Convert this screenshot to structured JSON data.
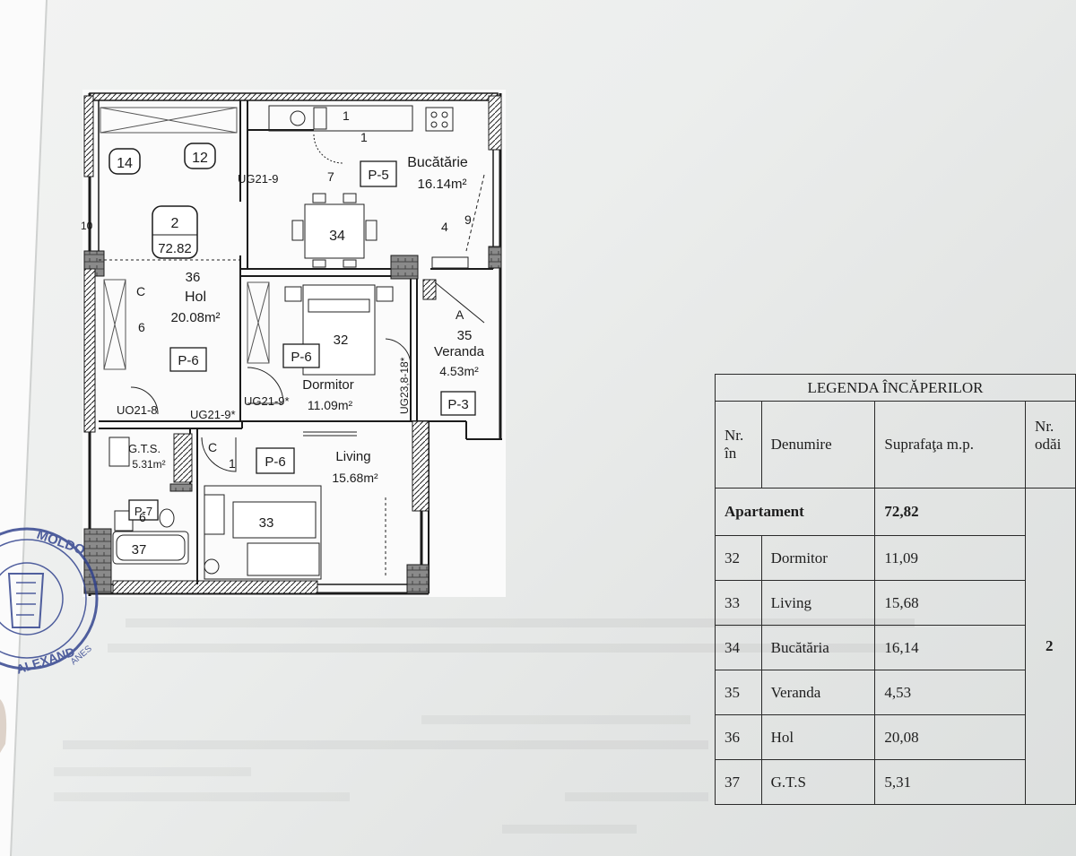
{
  "floor_plan": {
    "rooms": [
      {
        "id": "room-hol",
        "number": "36",
        "name": "Hol",
        "area": "20.08m²",
        "code": "P-6"
      },
      {
        "id": "room-bucatarie",
        "number": "34",
        "name": "Bucătărie",
        "area": "16.14m²",
        "code": "P-5"
      },
      {
        "id": "room-dormitor",
        "number": "32",
        "name": "Dormitor",
        "area": "11.09m²",
        "code": "P-6"
      },
      {
        "id": "room-veranda",
        "number": "35",
        "name": "Veranda",
        "area": "4.53m²",
        "code": "P-3"
      },
      {
        "id": "room-living",
        "number": "33",
        "name": "Living",
        "area": "15.68m²",
        "code": "P-6"
      },
      {
        "id": "room-gts",
        "number": "37",
        "name": "G.T.S.",
        "area": "5.31m²",
        "code": "P-7"
      }
    ],
    "apartment_tag": {
      "number": "2",
      "area": "72.82"
    },
    "round_tags": [
      "14",
      "12"
    ],
    "door_labels": [
      "UG21-9",
      "UG21-9*",
      "UG21-9*",
      "UO21-8",
      "UG23,8-18*"
    ],
    "marks": [
      "1",
      "7",
      "4",
      "9",
      "A",
      "C",
      "C",
      "6",
      "6",
      "1",
      "10",
      "1"
    ]
  },
  "legend": {
    "title": "LEGENDA ÎNCĂPERILOR",
    "headers": [
      "Nr.\nîn",
      "Denumire",
      "Suprafaţa m.p.",
      "Nr.\nodăi"
    ],
    "apartment": {
      "label": "Apartament",
      "area": "72,82",
      "rooms": "2"
    },
    "rows": [
      {
        "nr": "32",
        "name": "Dormitor",
        "area": "11,09"
      },
      {
        "nr": "33",
        "name": "Living",
        "area": "15,68"
      },
      {
        "nr": "34",
        "name": "Bucătăria",
        "area": "16,14"
      },
      {
        "nr": "35",
        "name": "Veranda",
        "area": "4,53"
      },
      {
        "nr": "36",
        "name": "Hol",
        "area": "20,08"
      },
      {
        "nr": "37",
        "name": "G.T.S",
        "area": "5,31"
      }
    ]
  },
  "stamp": {
    "top_text": "MOLDO",
    "bottom_text": "ALEXAND",
    "side_text": "ANES"
  },
  "colors": {
    "ink": "#1b1b1b",
    "stamp": "#2d3f8c",
    "paper": "#eceeed"
  }
}
